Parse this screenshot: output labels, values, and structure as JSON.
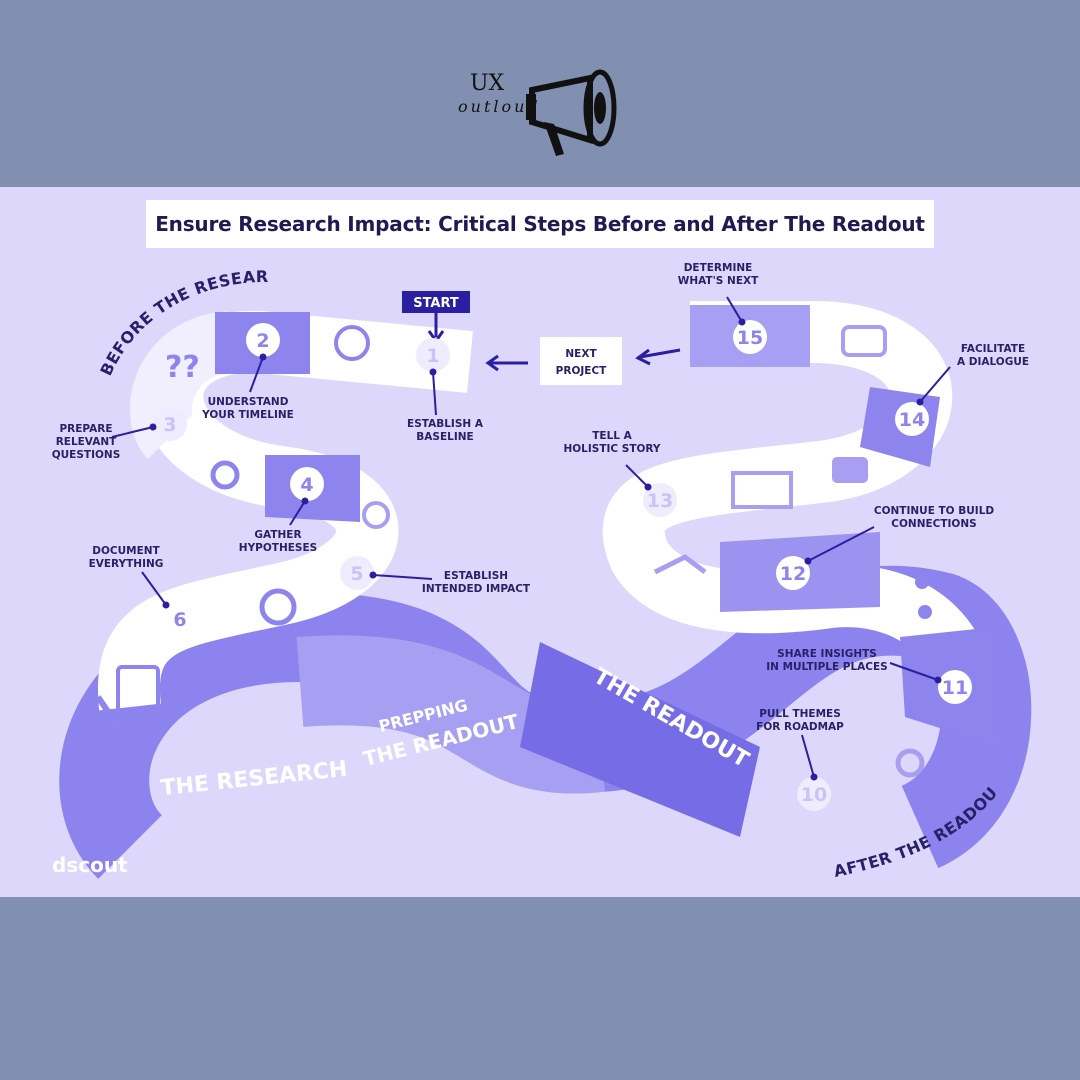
{
  "header": {
    "logo_text_top": "UX",
    "logo_text_script": "outloud"
  },
  "title": "Ensure Research Impact: Critical Steps Before and After The Readout",
  "start_label": "START",
  "next_project": [
    "NEXT",
    "PROJECT"
  ],
  "arcs": {
    "before": "BEFORE THE RESEARCH",
    "after": "AFTER THE READOUT"
  },
  "phases": {
    "research": "THE RESEARCH",
    "prepping_1": "PREPPING",
    "prepping_2": "THE READOUT",
    "readout": "THE READOUT"
  },
  "brand": "dscout",
  "steps": [
    {
      "n": "1",
      "l1": "ESTABLISH A",
      "l2": "BASELINE"
    },
    {
      "n": "2",
      "l1": "UNDERSTAND",
      "l2": "YOUR TIMELINE"
    },
    {
      "n": "3",
      "l1": "PREPARE",
      "l2": "RELEVANT",
      "l3": "QUESTIONS"
    },
    {
      "n": "4",
      "l1": "GATHER",
      "l2": "HYPOTHESES"
    },
    {
      "n": "5",
      "l1": "ESTABLISH",
      "l2": "INTENDED IMPACT"
    },
    {
      "n": "6",
      "l1": "DOCUMENT",
      "l2": "EVERYTHING"
    },
    {
      "n": "10",
      "l1": "PULL THEMES",
      "l2": "FOR ROADMAP"
    },
    {
      "n": "11",
      "l1": "SHARE INSIGHTS",
      "l2": "IN MULTIPLE PLACES"
    },
    {
      "n": "12",
      "l1": "CONTINUE TO BUILD",
      "l2": "CONNECTIONS"
    },
    {
      "n": "13",
      "l1": "TELL A",
      "l2": "HOLISTIC STORY"
    },
    {
      "n": "14",
      "l1": "FACILITATE",
      "l2": "A DIALOGUE"
    },
    {
      "n": "15",
      "l1": "DETERMINE",
      "l2": "WHAT'S NEXT"
    }
  ],
  "colors": {
    "background": "#8190b1",
    "panel": "#ddd8fb",
    "accent": "#2a1fa0",
    "path_dark": "#8e84ee",
    "path_light": "#ffffff"
  }
}
